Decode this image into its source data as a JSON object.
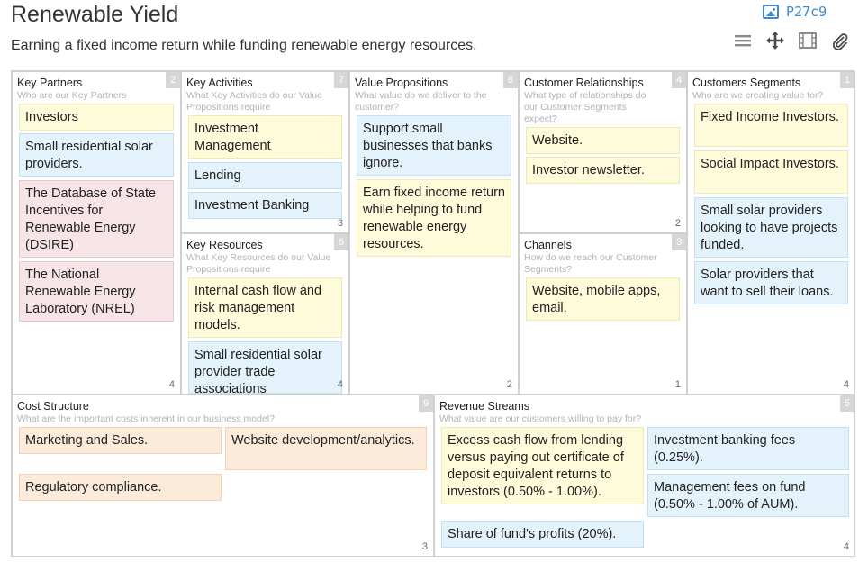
{
  "page": {
    "title": "Renewable Yield",
    "subtitle": "Earning a fixed income return while funding renewable energy resources.",
    "image_code": "P27c9"
  },
  "toolbar": {
    "icons": [
      "list-icon",
      "move-icon",
      "film-icon",
      "paperclip-icon"
    ]
  },
  "blocks": {
    "key_partners": {
      "title": "Key Partners",
      "question": "Who are our Key Partners",
      "corner": "2",
      "count": "4",
      "notes": [
        "Investors",
        "Small residential solar providers.",
        "The Database of State Incentives for Renewable Energy (DSIRE)",
        "The National Renewable Energy Laboratory (NREL)"
      ]
    },
    "key_activities": {
      "title": "Key Activities",
      "question": "What Key Activities do our Value Propositions require",
      "corner": "7",
      "count": "3",
      "notes": [
        "Investment Management",
        "Lending",
        "Investment Banking"
      ]
    },
    "key_resources": {
      "title": "Key Resources",
      "question": "What Key Resources do our Value Propositions require",
      "corner": "6",
      "count": "4",
      "notes": [
        "Internal cash flow and risk management models.",
        "Small residential solar provider trade associations"
      ]
    },
    "value_propositions": {
      "title": "Value Propositions",
      "question": "What value do we deliver to the customer?",
      "corner": "8",
      "count": "2",
      "notes": [
        "Support small businesses that banks ignore.",
        "Earn fixed income return while helping to fund renewable energy resources."
      ]
    },
    "customer_relationships": {
      "title": "Customer Relationships",
      "question": "What type of relationships do our Customer Segments expect?",
      "corner": "4",
      "count": "2",
      "notes": [
        "Website.",
        "Investor newsletter."
      ]
    },
    "channels": {
      "title": "Channels",
      "question": "How do we reach our Customer Segments?",
      "corner": "3",
      "count": "1",
      "notes": [
        "Website, mobile apps, email."
      ]
    },
    "customer_segments": {
      "title": "Customers Segments",
      "question": "Who are we creating value for?",
      "corner": "1",
      "count": "4",
      "notes": [
        "Fixed Income Investors.",
        "Social Impact Investors.",
        "Small solar providers looking to have projects funded.",
        "Solar providers that want to sell their loans."
      ]
    },
    "cost_structure": {
      "title": "Cost Structure",
      "question": "What are the important costs inherent in our business model?",
      "corner": "9",
      "count": "3",
      "notes": [
        "Marketing and Sales.",
        "Website development/analytics.",
        "Regulatory compliance."
      ]
    },
    "revenue_streams": {
      "title": "Revenue Streams",
      "question": "What value are our customers willing to pay for?",
      "corner": "5",
      "count": "4",
      "notes": [
        "Excess cash flow from lending versus paying out certificate of deposit equivalent returns to investors (0.50% - 1.00%).",
        "Investment banking fees (0.25%).",
        "Management fees on fund (0.50% - 1.00% of AUM).",
        "Share of fund's profits (20%)."
      ]
    }
  },
  "colors": {
    "yellow": "#fdfbd9",
    "blue": "#e3f2fb",
    "pink": "#f6e4e6",
    "orange": "#fcebdb",
    "accent": "#3d8ad1"
  }
}
